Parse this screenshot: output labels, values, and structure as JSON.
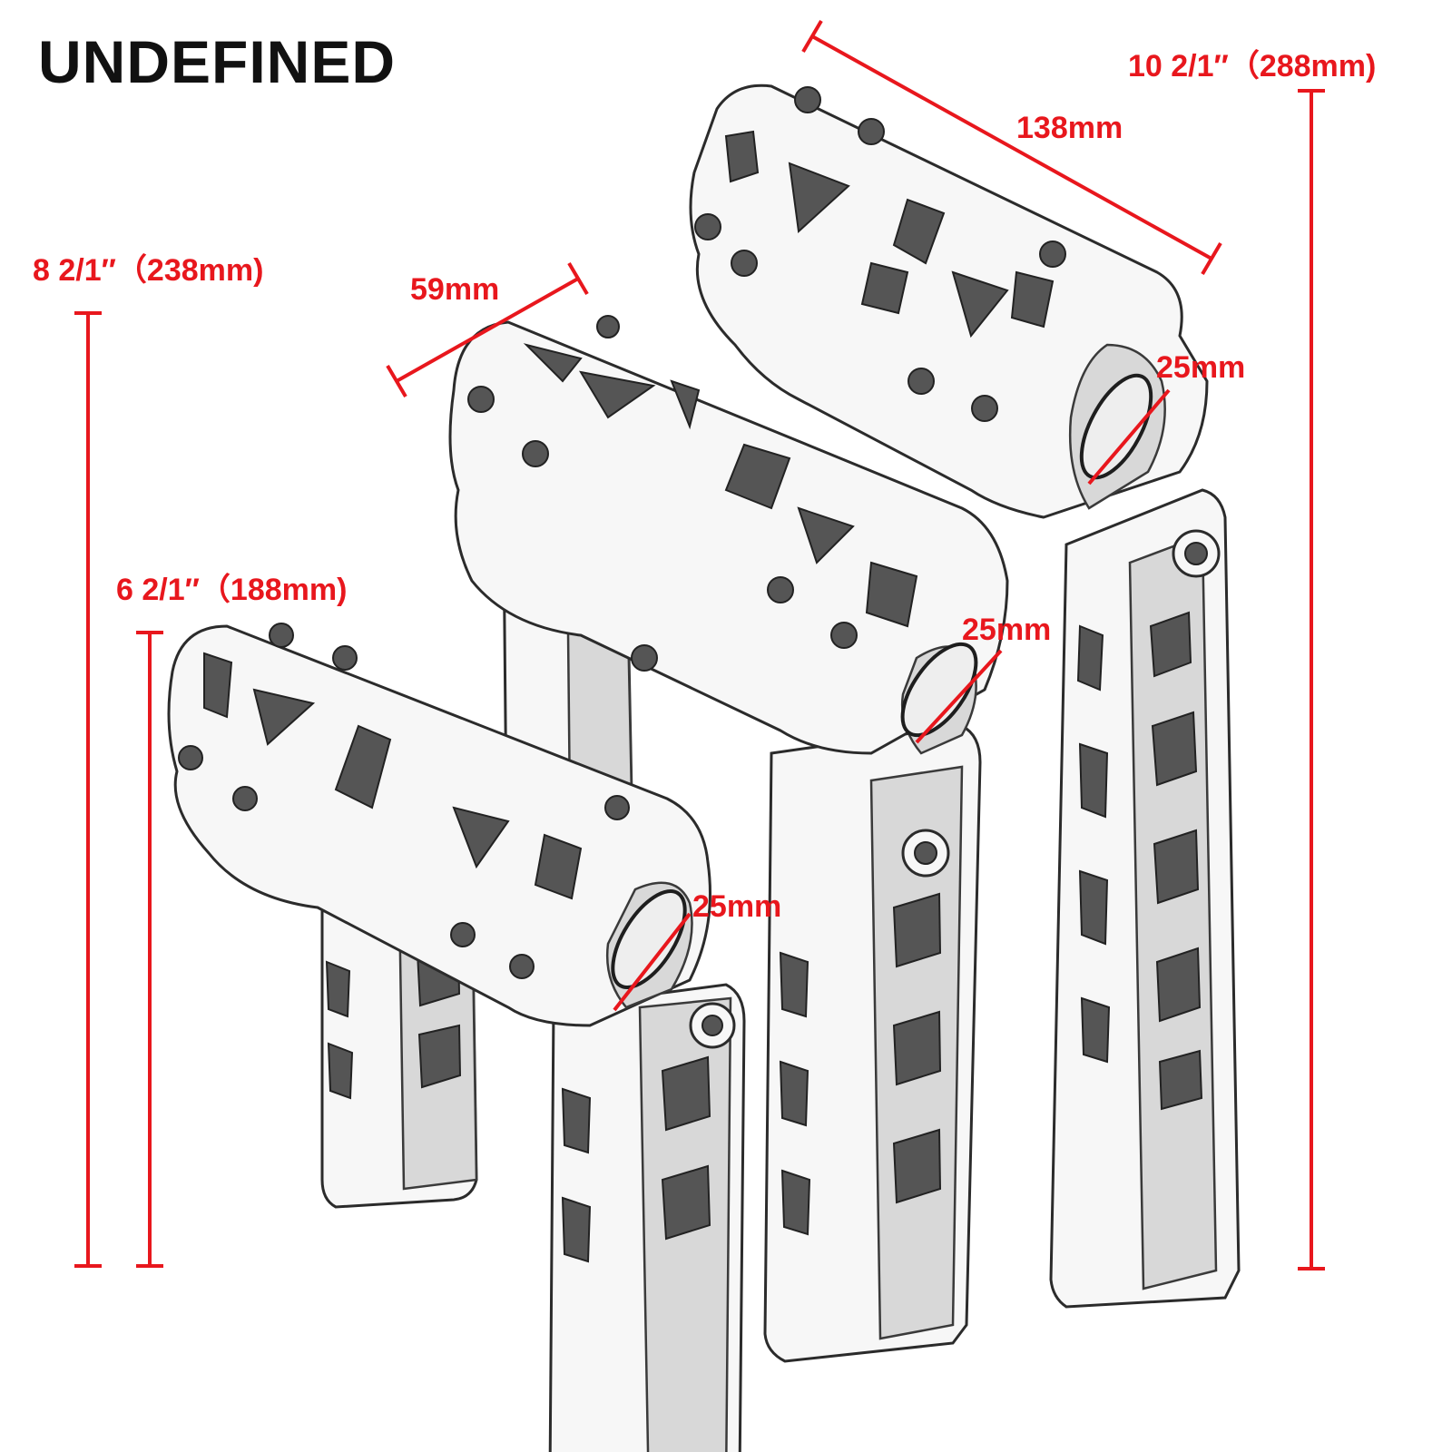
{
  "brand": "UNDEFINED",
  "dimensions": {
    "height_short": "6  2/1″（188mm)",
    "height_mid": "8  2/1″（238mm)",
    "height_tall": "10  2/1″（288mm)",
    "clamp_width_short": "59mm",
    "clamp_width_tall": "138mm",
    "bore_tall": "25mm",
    "bore_mid": "25mm",
    "bore_short": "25mm"
  },
  "colors": {
    "dimension_red": "#e8171d",
    "brand_text": "#111111",
    "metal_body": "#f7f7f7",
    "outline": "#2b2b2b"
  }
}
